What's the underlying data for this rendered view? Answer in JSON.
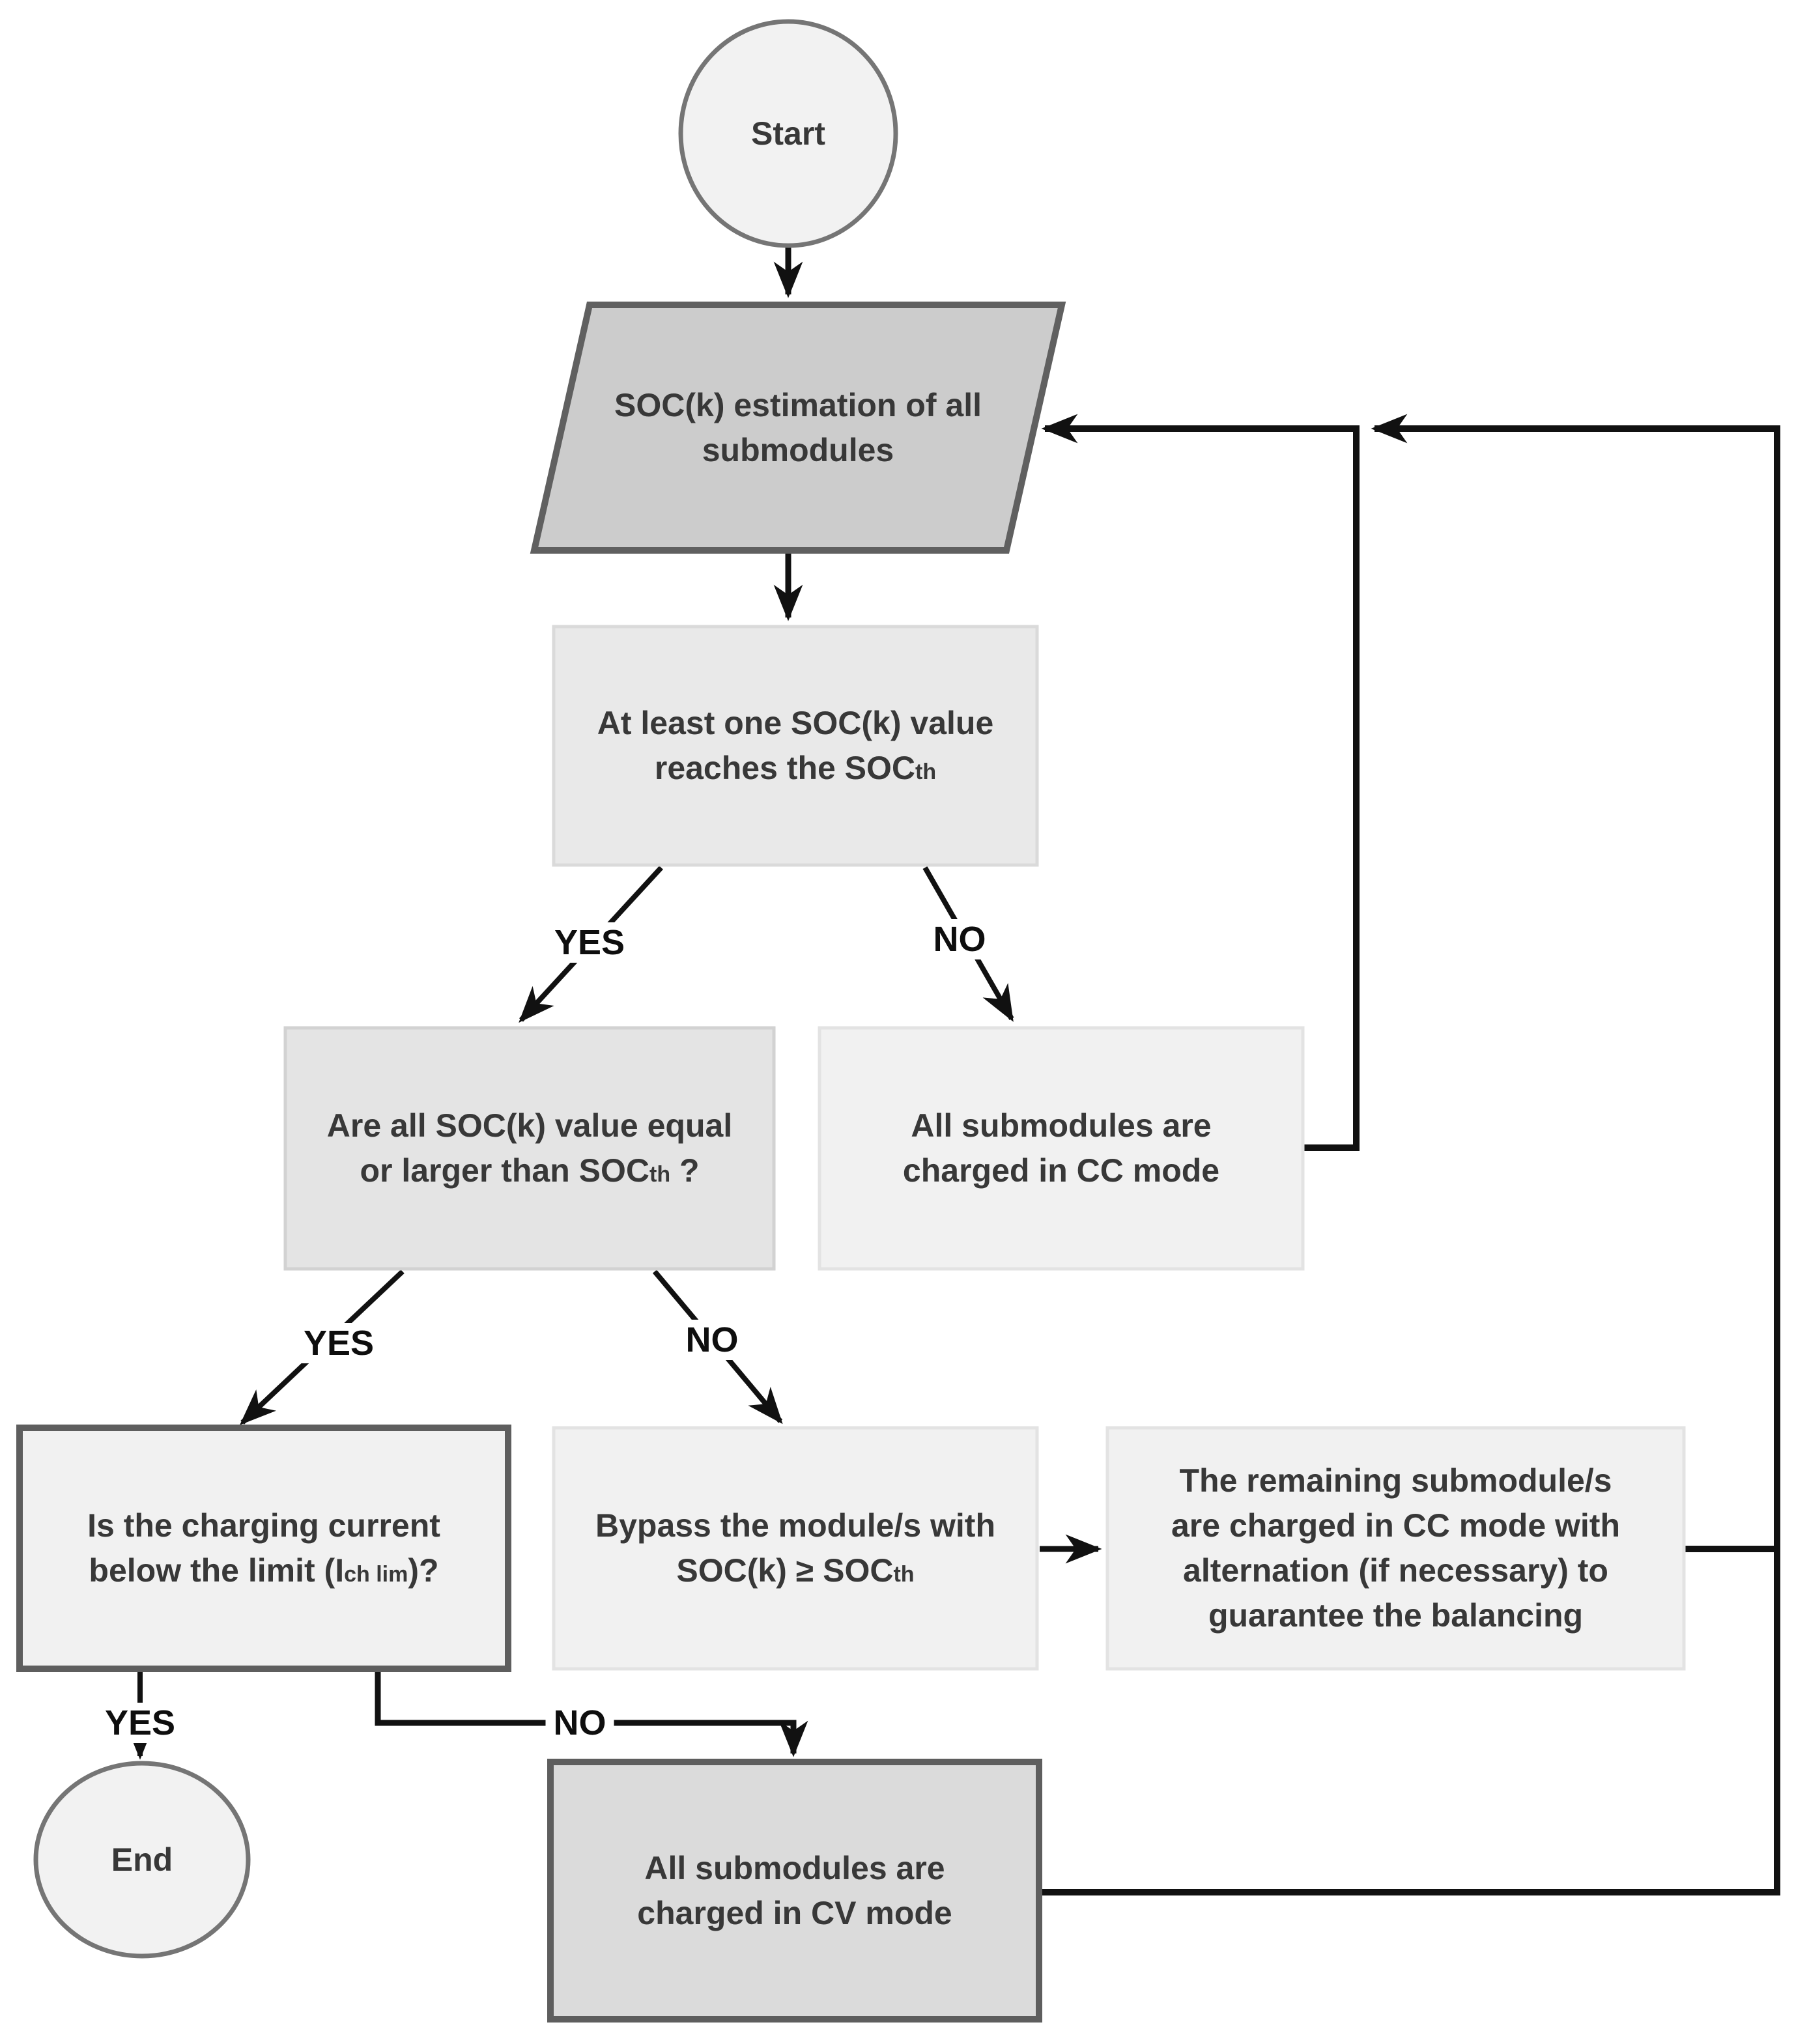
{
  "diagram": {
    "type": "flowchart",
    "description_visible": false
  },
  "colors": {
    "background": "#ffffff",
    "connector_line": "#111111",
    "node_text": "#383838",
    "terminal_fill": "#f2f2f2",
    "terminal_stroke": "#757575",
    "io_parallelogram_fill": "#cccccc",
    "dark_box_border": "#5e5e5e",
    "light_box_fill": "#f1f1f1",
    "medium_box_fill": "#e6e6e6",
    "cv_box_fill": "#dbdbdb"
  },
  "nodes": {
    "start": {
      "shape": "ellipse",
      "lines": [
        [
          {
            "t": "Start"
          }
        ]
      ]
    },
    "soc_estimation": {
      "shape": "parallelogram",
      "lines": [
        [
          {
            "t": "SOC(k) estimation of all"
          }
        ],
        [
          {
            "t": "submodules"
          }
        ]
      ]
    },
    "at_least_one": {
      "shape": "rect",
      "lines": [
        [
          {
            "t": "At least one SOC(k) value"
          }
        ],
        [
          {
            "t": "reaches the SOC"
          },
          {
            "t": "th",
            "sub": true
          }
        ]
      ]
    },
    "are_all_equal": {
      "shape": "rect",
      "lines": [
        [
          {
            "t": "Are all SOC(k) value equal"
          }
        ],
        [
          {
            "t": "or larger than SOC"
          },
          {
            "t": "th",
            "sub": true
          },
          {
            "t": " ?"
          }
        ]
      ]
    },
    "cc_mode": {
      "shape": "rect",
      "lines": [
        [
          {
            "t": "All submodules are"
          }
        ],
        [
          {
            "t": "charged in CC mode"
          }
        ]
      ]
    },
    "charging_current": {
      "shape": "rect",
      "lines": [
        [
          {
            "t": "Is the charging current"
          }
        ],
        [
          {
            "t": "below the limit (I"
          },
          {
            "t": "ch lim",
            "sub": true
          },
          {
            "t": ")?"
          }
        ]
      ]
    },
    "bypass": {
      "shape": "rect",
      "lines": [
        [
          {
            "t": "Bypass the module/s with"
          }
        ],
        [
          {
            "t": "SOC(k) ≥ SOC"
          },
          {
            "t": "th",
            "sub": true
          }
        ]
      ]
    },
    "remaining_cc": {
      "shape": "rect",
      "lines": [
        [
          {
            "t": "The remaining submodule/s"
          }
        ],
        [
          {
            "t": "are charged in CC mode with"
          }
        ],
        [
          {
            "t": "alternation (if necessary) to"
          }
        ],
        [
          {
            "t": "guarantee the balancing"
          }
        ]
      ]
    },
    "cv_mode": {
      "shape": "rect",
      "lines": [
        [
          {
            "t": "All submodules are"
          }
        ],
        [
          {
            "t": "charged in CV mode"
          }
        ]
      ]
    },
    "end": {
      "shape": "ellipse",
      "lines": [
        [
          {
            "t": "End"
          }
        ]
      ]
    }
  },
  "edge_labels": {
    "soc_threshold_yes": "YES",
    "soc_threshold_no": "NO",
    "all_equal_yes": "YES",
    "all_equal_no": "NO",
    "current_limit_yes": "YES",
    "current_limit_no": "NO"
  }
}
